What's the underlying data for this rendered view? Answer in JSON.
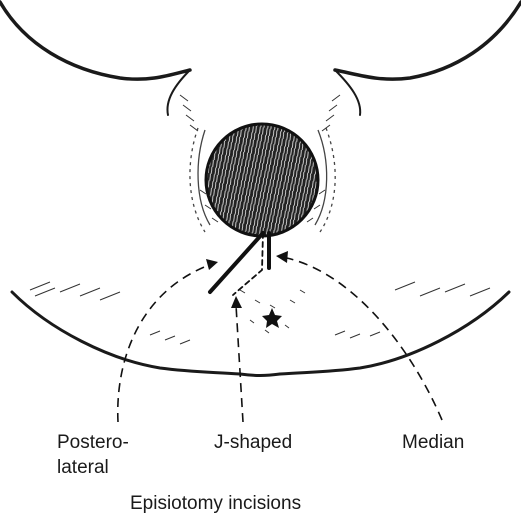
{
  "labels": {
    "postero": "Postero-",
    "lateral": "lateral",
    "jshaped": "J-shaped",
    "median": "Median"
  },
  "caption": "Episiotomy incisions",
  "colors": {
    "ink": "#1a1a1a",
    "background": "#ffffff"
  }
}
